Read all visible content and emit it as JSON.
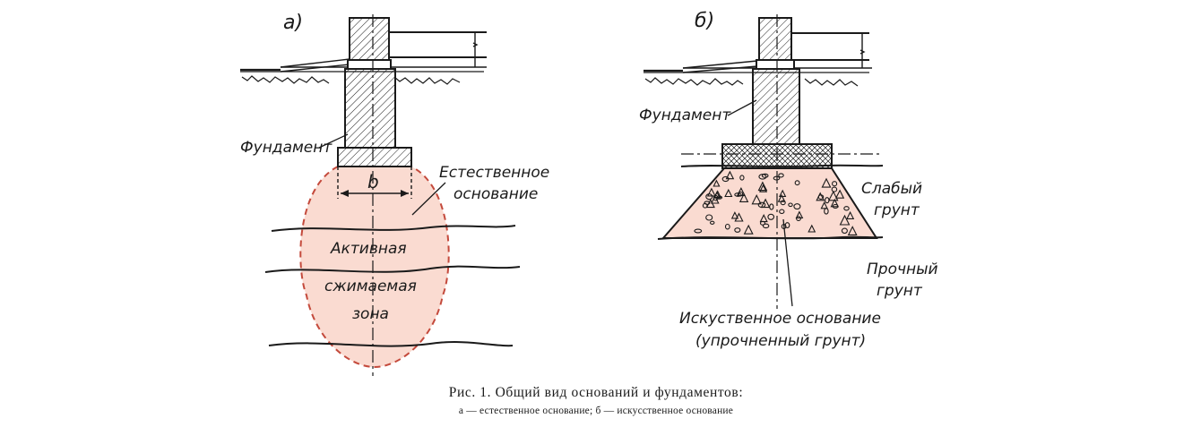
{
  "figure": {
    "panel_a": {
      "label": "а)",
      "foundation_label": "Фундамент",
      "width_symbol": "b",
      "natural_base_label": [
        "Естественное",
        "основание"
      ],
      "zone_label": [
        "Активная",
        "сжимаемая",
        "зона"
      ]
    },
    "panel_b": {
      "label": "б)",
      "foundation_label": "Фундамент",
      "weak_soil_label": [
        "Слабый",
        "грунт"
      ],
      "strong_soil_label": [
        "Прочный",
        "грунт"
      ],
      "artificial_base_label": [
        "Искуственное основание",
        "(упрочненный грунт)"
      ]
    },
    "caption": {
      "main": "Рис. 1. Общий вид оснований и фундаментов:",
      "sub": "а — естественное основание; б — искусственное основание"
    },
    "colors": {
      "ink": "#1a1a1a",
      "zone_fill": "#fadbd1",
      "zone_stroke": "#c44a3c"
    }
  }
}
